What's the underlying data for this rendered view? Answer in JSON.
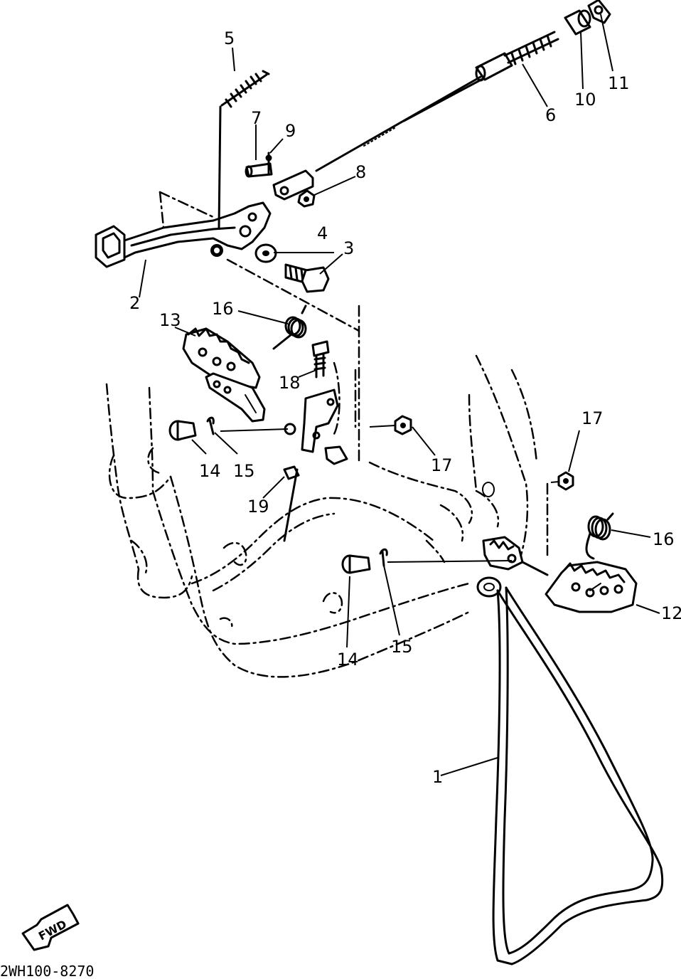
{
  "diagram": {
    "reference_code": "2WH100-8270",
    "direction_badge": "FWD",
    "callouts": [
      {
        "id": "c1",
        "label": "1"
      },
      {
        "id": "c2",
        "label": "2"
      },
      {
        "id": "c3",
        "label": "3"
      },
      {
        "id": "c4",
        "label": "4"
      },
      {
        "id": "c5",
        "label": "5"
      },
      {
        "id": "c6",
        "label": "6"
      },
      {
        "id": "c7",
        "label": "7"
      },
      {
        "id": "c8",
        "label": "8"
      },
      {
        "id": "c9",
        "label": "9"
      },
      {
        "id": "c10",
        "label": "10"
      },
      {
        "id": "c11",
        "label": "11"
      },
      {
        "id": "c12",
        "label": "12"
      },
      {
        "id": "c13",
        "label": "13"
      },
      {
        "id": "c14a",
        "label": "14"
      },
      {
        "id": "c14b",
        "label": "14"
      },
      {
        "id": "c15a",
        "label": "15"
      },
      {
        "id": "c15b",
        "label": "15"
      },
      {
        "id": "c16a",
        "label": "16"
      },
      {
        "id": "c16b",
        "label": "16"
      },
      {
        "id": "c17a",
        "label": "17"
      },
      {
        "id": "c17b",
        "label": "17"
      },
      {
        "id": "c18",
        "label": "18"
      },
      {
        "id": "c19",
        "label": "19"
      }
    ]
  }
}
